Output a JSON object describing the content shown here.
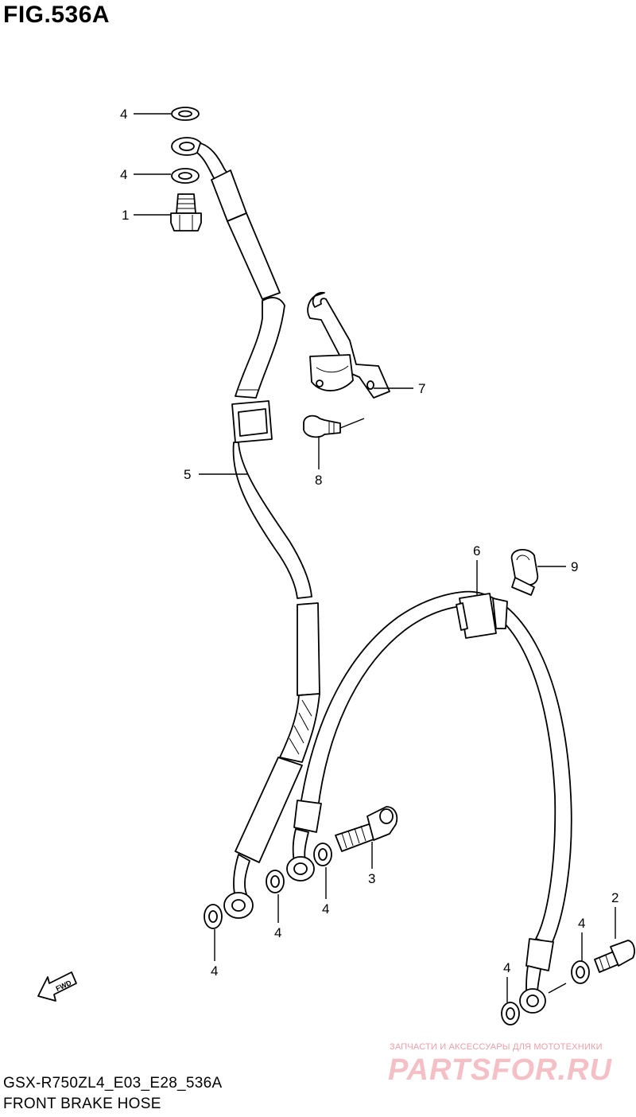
{
  "figure": {
    "title": "FIG.536A"
  },
  "footer": {
    "model_code": "GSX-R750ZL4_E03_E28_536A",
    "name": "FRONT BRAKE HOSE"
  },
  "watermark": {
    "tagline": "ЗАПЧАСТИ И АКСЕССУАРЫ ДЛЯ МОТОТЕХНИКИ",
    "brand": "PARTSFOR.RU"
  },
  "fwd_label": "FWD",
  "callouts": [
    {
      "id": "c4a",
      "label": "4"
    },
    {
      "id": "c4b",
      "label": "4"
    },
    {
      "id": "c1",
      "label": "1"
    },
    {
      "id": "c7",
      "label": "7"
    },
    {
      "id": "c8",
      "label": "8"
    },
    {
      "id": "c5",
      "label": "5"
    },
    {
      "id": "c6",
      "label": "6"
    },
    {
      "id": "c9",
      "label": "9"
    },
    {
      "id": "c3",
      "label": "3"
    },
    {
      "id": "c4c",
      "label": "4"
    },
    {
      "id": "c4d",
      "label": "4"
    },
    {
      "id": "c4e",
      "label": "4"
    },
    {
      "id": "c2",
      "label": "2"
    },
    {
      "id": "c4f",
      "label": "4"
    },
    {
      "id": "c4g",
      "label": "4"
    }
  ]
}
